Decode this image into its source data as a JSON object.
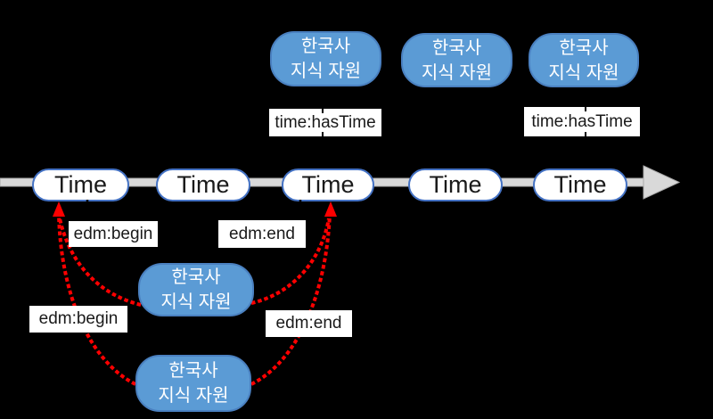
{
  "colors": {
    "background": "#000000",
    "bubble_fill": "#5B9BD5",
    "bubble_border": "#4A80C0",
    "bubble_text": "#FFFFFF",
    "node_fill": "#FFFFFF",
    "node_border": "#4472C4",
    "node_text": "#1A1A1A",
    "timeline_fill": "#D9D9D9",
    "timeline_border": "#ABABAB",
    "arrow_red": "#FF0000",
    "connector_black": "#000000",
    "label_bg": "#FFFFFF",
    "label_text": "#1A1A1A"
  },
  "timeline": {
    "nodes": [
      {
        "label": "Time"
      },
      {
        "label": "Time"
      },
      {
        "label": "Time"
      },
      {
        "label": "Time"
      },
      {
        "label": "Time"
      }
    ]
  },
  "bubbles": [
    {
      "id": "top-1",
      "line1": "한국사",
      "line2": "지식 자원"
    },
    {
      "id": "top-2",
      "line1": "한국사",
      "line2": "지식 자원"
    },
    {
      "id": "top-3",
      "line1": "한국사",
      "line2": "지식 자원"
    },
    {
      "id": "middle",
      "line1": "한국사",
      "line2": "지식 자원"
    },
    {
      "id": "bottom",
      "line1": "한국사",
      "line2": "지식 자원"
    }
  ],
  "relation_labels": {
    "has_time_1": "time:hasTime",
    "has_time_2": "time:hasTime",
    "edm_begin_upper": "edm:begin",
    "edm_end_upper": "edm:end",
    "edm_begin_lower": "edm:begin",
    "edm_end_lower": "edm:end"
  },
  "icons": {
    "timeline_arrowhead": "right-arrowhead-icon",
    "edm_begin_arrowhead": "up-arrowhead-icon",
    "edm_end_arrowhead": "up-arrowhead-icon"
  }
}
